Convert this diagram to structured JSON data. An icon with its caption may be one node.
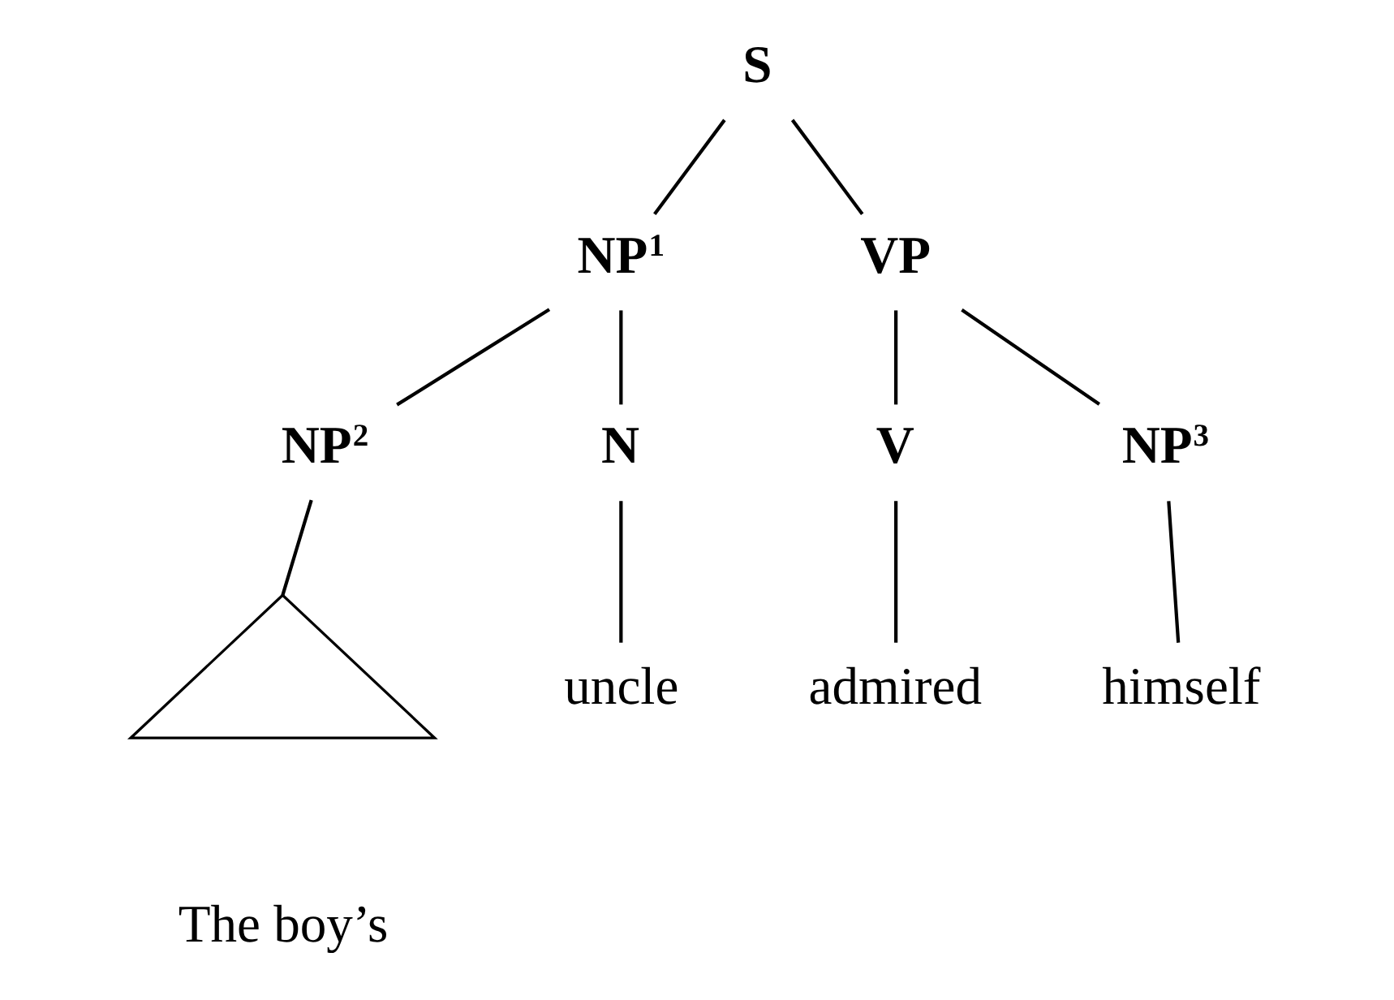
{
  "diagram": {
    "nodes": [
      {
        "text": [
          "S"
        ]
      },
      {
        "text": [
          "NP$^{1}$"
        ]
      },
      {
        "text": [
          "VP"
        ]
      },
      {
        "text": [
          "NP$^{2}$"
        ]
      },
      {
        "text": [
          "N"
        ]
      },
      {
        "text": [
          "V"
        ]
      },
      {
        "text": [
          "NP$^{3}$"
        ]
      },
      {
        "text": [],
        "shape": "triangle",
        "beside": [
          "The boy’s"
        ]
      },
      {
        "text": [
          "uncle"
        ]
      },
      {
        "text": [
          "admired"
        ]
      },
      {
        "text": [
          "himself"
        ]
      }
    ],
    "edges": [
      {
        "from": 0,
        "to": 1,
        "arrow": "none"
      },
      {
        "from": 0,
        "to": 2,
        "arrow": "none"
      },
      {
        "from": 1,
        "to": 3,
        "arrow": "none"
      },
      {
        "from": 1,
        "to": 4,
        "arrow": "none"
      },
      {
        "from": 2,
        "to": 5,
        "arrow": "none"
      },
      {
        "from": 2,
        "to": 6,
        "arrow": "none"
      },
      {
        "from": 3,
        "to": 7,
        "arrow": "none"
      },
      {
        "from": 4,
        "to": 8,
        "arrow": "none"
      },
      {
        "from": 5,
        "to": 9,
        "arrow": "none"
      },
      {
        "from": 6,
        "to": 10,
        "arrow": "none"
      }
    ]
  }
}
